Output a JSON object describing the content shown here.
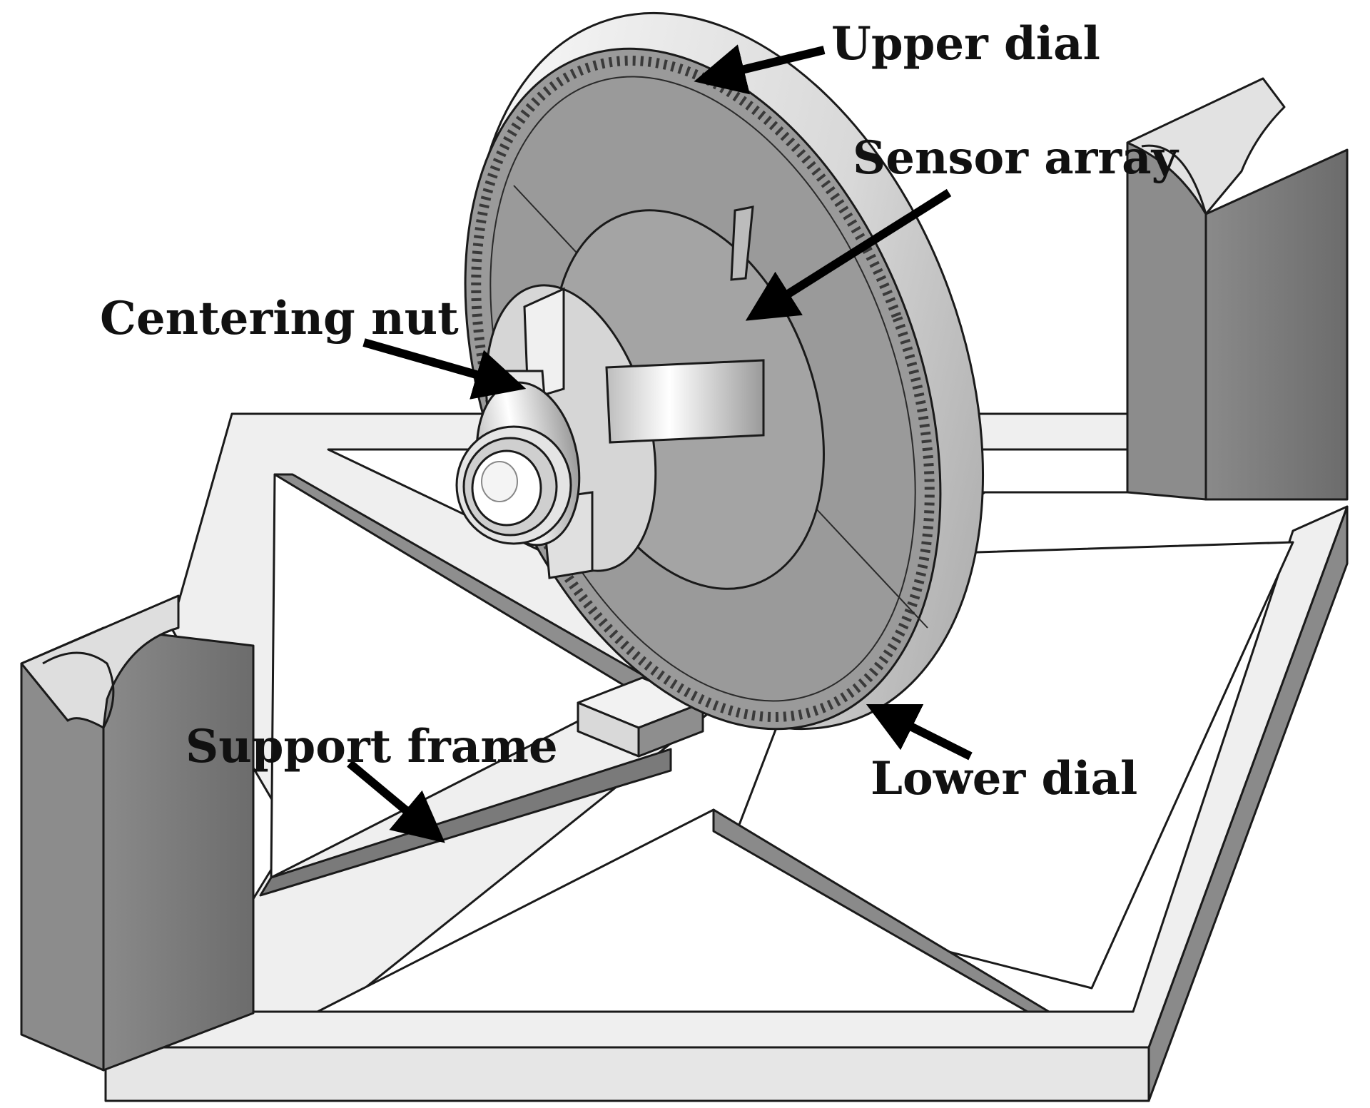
{
  "labels": {
    "upper_dial": "Upper dial",
    "sensor_array": "Sensor array",
    "centering_nut": "Centering nut",
    "support_frame": "Support frame",
    "lower_dial": "Lower dial"
  },
  "colors": {
    "frame_top": "#efefef",
    "frame_side": "#8e8e8e",
    "frame_dark": "#6e6e6e",
    "dial_face": "#9a9a9a",
    "dial_rim": "#e4e4e4",
    "outline": "#1a1a1a",
    "arrow": "#000000"
  }
}
